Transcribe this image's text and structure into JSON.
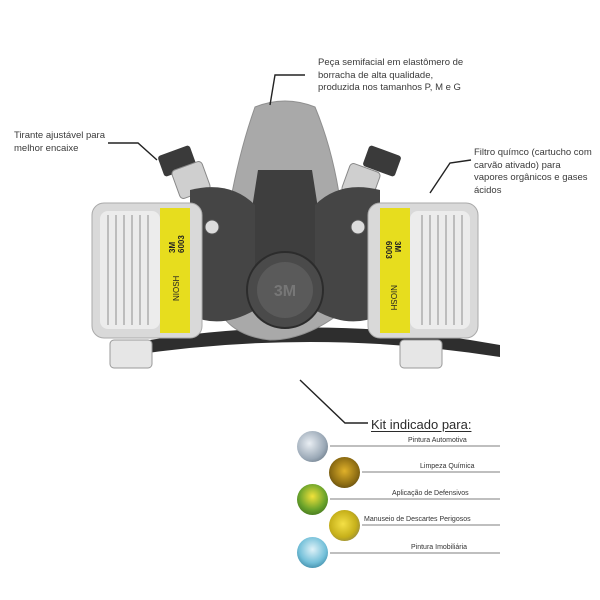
{
  "callouts": {
    "facepiece": "Peça semifacial em elastômero de borracha de alta qualidade, produzida nos tamanhos P, M e G",
    "strap": "Tirante ajustável para melhor encaixe",
    "filter": "Filtro químco (cartucho com carvão ativado) para vapores orgânicos e gases ácidos"
  },
  "product": {
    "center_brand": "3M",
    "left_cartridge": {
      "code": "6003",
      "brand": "3M",
      "cert": "NIOSH"
    },
    "right_cartridge": {
      "code": "6003",
      "brand": "3M",
      "cert": "NIOSH"
    },
    "colors": {
      "mask_gray": "#a9a9a9",
      "dark_gray": "#3e3e3e",
      "cartridge_yellow": "#e7dd1e",
      "filter_white": "#ececec"
    }
  },
  "kit": {
    "title": "Kit indicado para:",
    "uses": [
      {
        "label": "Pintura Automotiva",
        "icon": "car-painting-photo"
      },
      {
        "label": "Limpeza Química",
        "icon": "chemical-cleaning-photo"
      },
      {
        "label": "Aplicação de Defensivos",
        "icon": "pesticide-spraying-photo"
      },
      {
        "label": "Manuseio de Descartes Perigosos",
        "icon": "hazardous-waste-photo"
      },
      {
        "label": "Pintura Imobiliária",
        "icon": "house-painting-photo"
      }
    ]
  }
}
